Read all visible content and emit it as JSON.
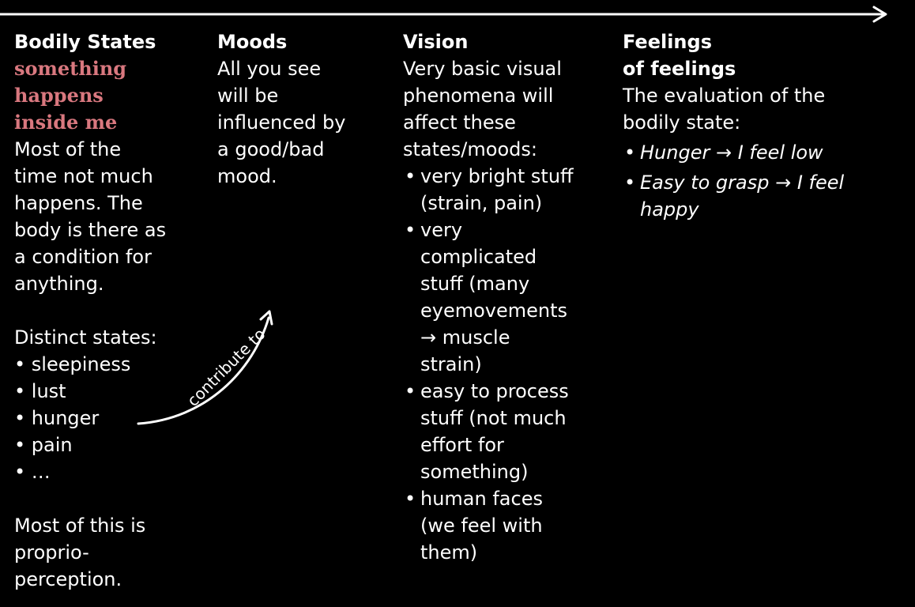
{
  "columns": {
    "bodily": {
      "title": "Bodily States",
      "accent": [
        "something",
        "happens",
        "inside me"
      ],
      "body": [
        "Most of the",
        "time not much",
        "happens. The",
        "body is there as",
        "a condition for",
        "anything."
      ],
      "states_label": "Distinct states:",
      "states": [
        "sleepiness",
        "lust",
        "hunger",
        "pain",
        "…"
      ],
      "footer": [
        "Most of this is",
        "proprio-",
        "perception."
      ]
    },
    "moods": {
      "title": "Moods",
      "body": [
        "All you see",
        "will be",
        "influenced by",
        "a good/bad",
        "mood."
      ]
    },
    "vision": {
      "title": "Vision",
      "intro": [
        "Very basic visual",
        "phenomena will",
        "affect these",
        "states/moods:"
      ],
      "items": [
        [
          "very bright stuff",
          "(strain, pain)"
        ],
        [
          "very",
          "complicated",
          "stuff (many",
          "eyemovements",
          "→ muscle",
          "strain)"
        ],
        [
          "easy to process",
          "stuff (not much",
          "effort for",
          "something)"
        ],
        [
          "human faces",
          "(we feel with",
          "them)"
        ]
      ]
    },
    "feelings": {
      "title_lines": [
        "Feelings",
        "of feelings"
      ],
      "intro": [
        "The evaluation of the",
        "bodily state:"
      ],
      "items": [
        [
          "Hunger → I feel low"
        ],
        [
          "Easy to grasp → I feel",
          "happy"
        ]
      ]
    }
  },
  "arrow_label": "contribute to"
}
